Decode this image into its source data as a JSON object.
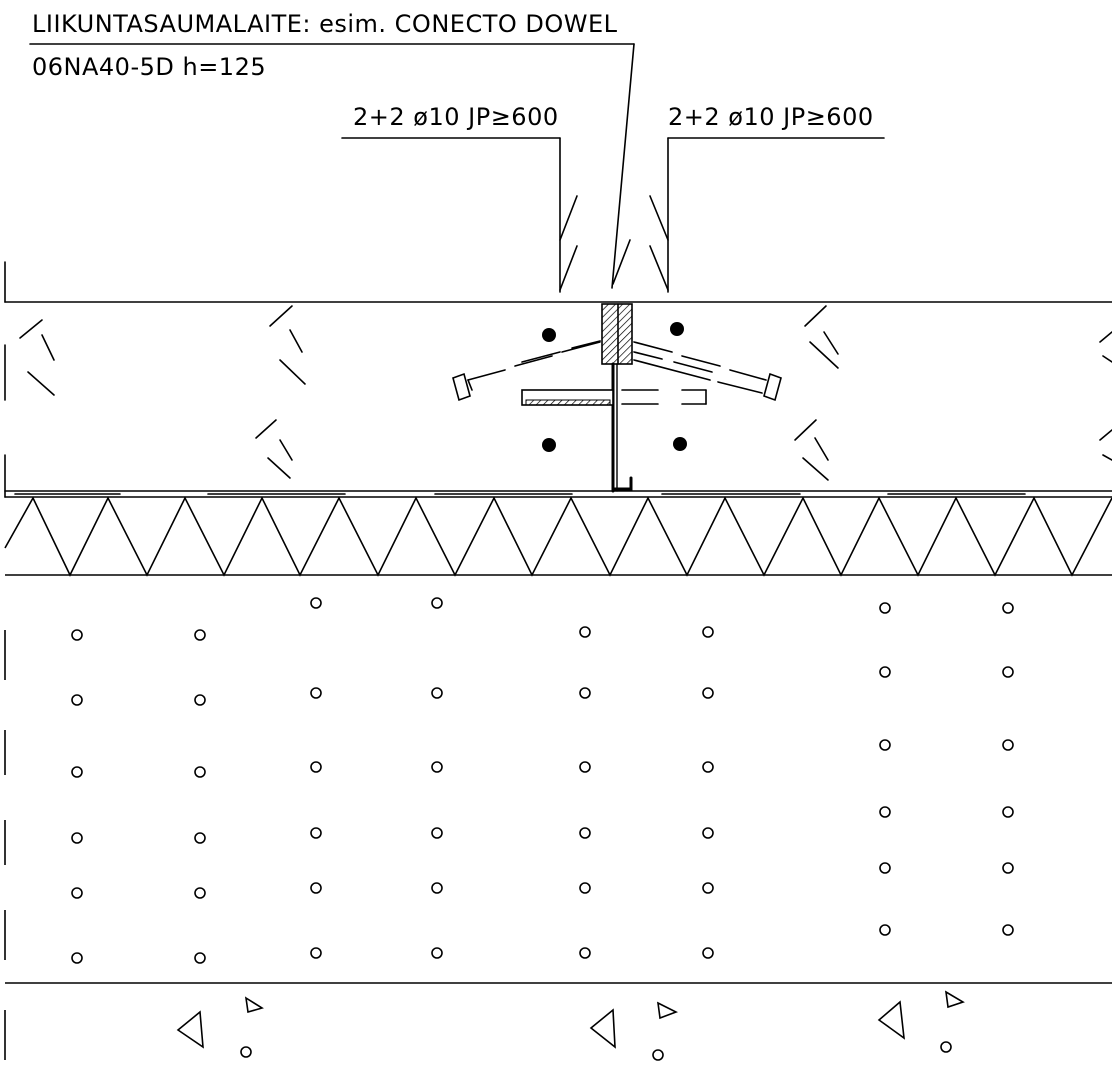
{
  "labels": {
    "device_line": "LIIKUNTASAUMALAITE: esim. CONECTO DOWEL",
    "product_code": "06NA40-5D h=125",
    "rebar_left_pre": "2+2 ",
    "rebar_left_sym": "ø",
    "rebar_left_mid": "10 JP",
    "rebar_left_ge": "≥",
    "rebar_left_val": "600",
    "rebar_right_pre": "2+2 ",
    "rebar_right_sym": "ø",
    "rebar_right_mid": "10 JP",
    "rebar_right_ge": "≥",
    "rebar_right_val": "600"
  },
  "colors": {
    "line": "#000000",
    "background": "#ffffff"
  }
}
